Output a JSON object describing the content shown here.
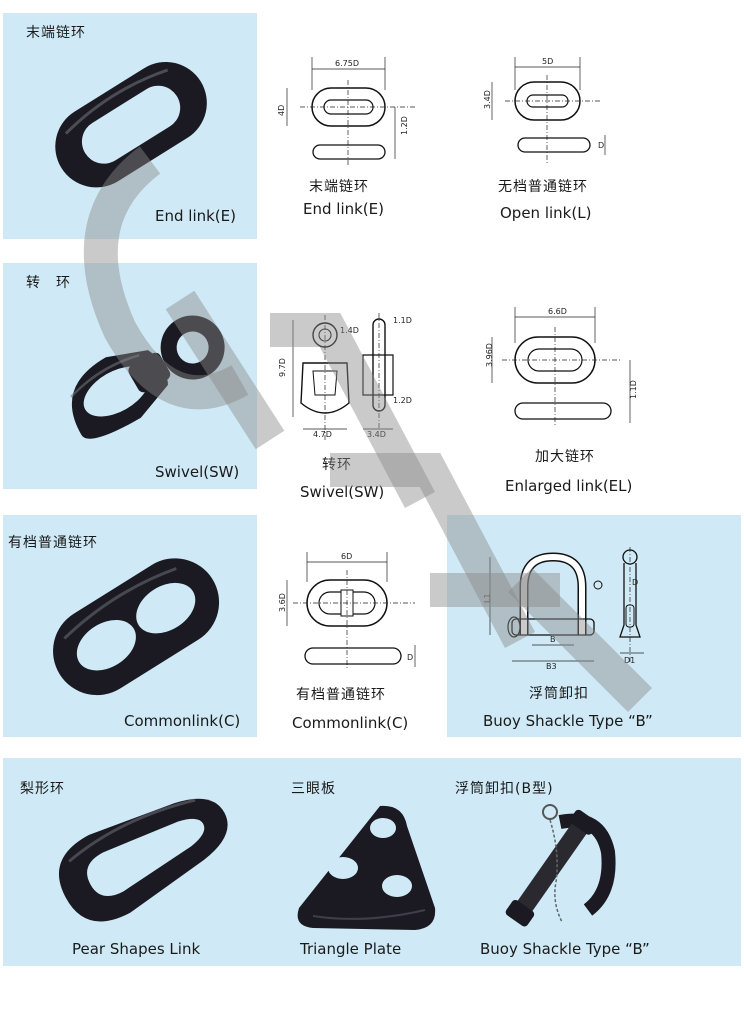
{
  "section1": {
    "heading": "末端链环",
    "photo_label": "End link(E)",
    "diagram1": {
      "caption_cn": "末端链环",
      "caption_en": "End link(E)",
      "dims": [
        "6.75D",
        "4D",
        "1.2D"
      ]
    },
    "diagram2": {
      "caption_cn": "无档普通链环",
      "caption_en": "Open link(L)",
      "dims": [
        "5D",
        "3.4D",
        "D"
      ]
    }
  },
  "section2": {
    "heading": "转　环",
    "photo_label": "Swivel(SW)",
    "diagram1": {
      "caption_cn": "转环",
      "caption_en": "Swivel(SW)",
      "dims": [
        "1.1D",
        "1.4D",
        "9.7D",
        "1.2D",
        "4.7D",
        "3.4D"
      ]
    },
    "diagram2": {
      "caption_cn": "加大链环",
      "caption_en": "Enlarged link(EL)",
      "dims": [
        "6.6D",
        "3.96D",
        "1.1D"
      ]
    }
  },
  "section3": {
    "heading": "有档普通链环",
    "photo_label": "Commonlink(C)",
    "diagram1": {
      "caption_cn": "有档普通链环",
      "caption_en": "Commonlink(C)",
      "dims": [
        "6D",
        "3.6D",
        "D"
      ]
    },
    "diagram2": {
      "caption_cn": "浮筒卸扣",
      "caption_en": "Buoy Shackle Type “B”",
      "dims": [
        "L1",
        "D",
        "B",
        "B3",
        "D1"
      ]
    }
  },
  "section4": {
    "item1": {
      "heading": "梨形环",
      "label": "Pear Shapes Link"
    },
    "item2": {
      "heading": "三眼板",
      "label": "Triangle Plate"
    },
    "item3": {
      "heading": "浮筒卸扣(B型)",
      "label": "Buoy Shackle Type “B”"
    }
  },
  "colors": {
    "panel": "#cfeaf6",
    "metal": "#1b1a22",
    "watermark": "#8a8a8a"
  }
}
